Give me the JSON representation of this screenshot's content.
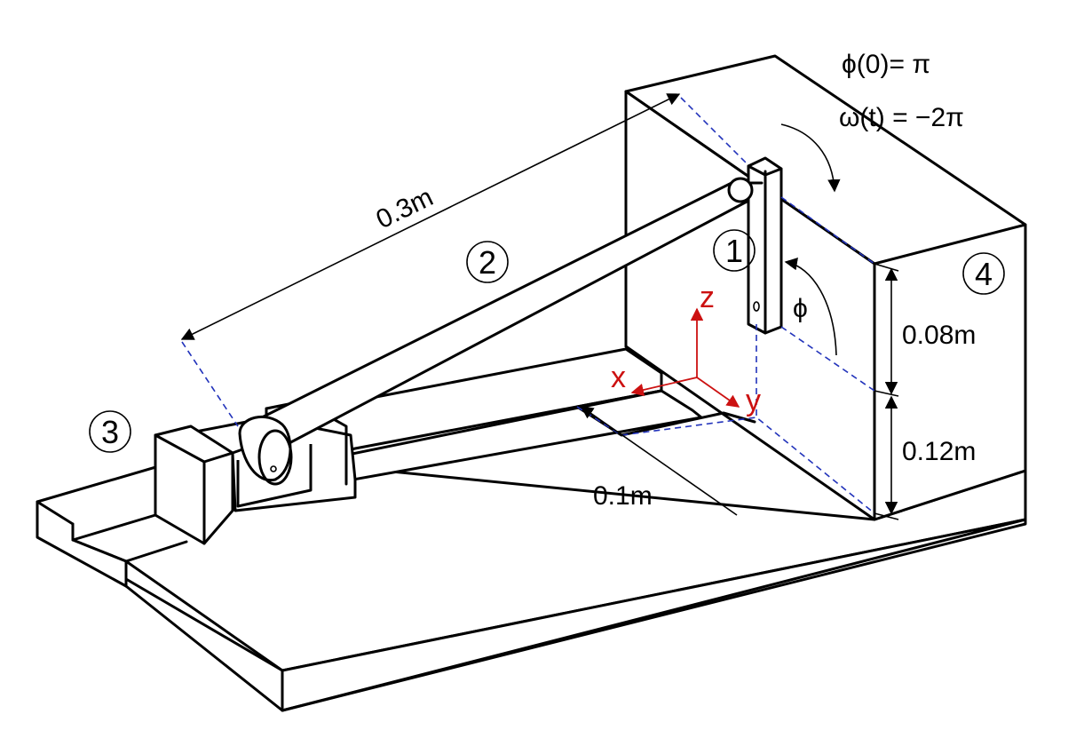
{
  "diagram": {
    "part_labels": [
      "1",
      "2",
      "3",
      "4"
    ],
    "dimensions": {
      "link_length": "0.3m",
      "offset": "0.1m",
      "upper_height": "0.08m",
      "lower_height": "0.12m"
    },
    "initial_condition": "ϕ(0)= π",
    "angular_velocity": "ω(t) = −2π",
    "angle_symbol": "ϕ",
    "axes": {
      "x": "x",
      "y": "y",
      "z": "z"
    },
    "colors": {
      "axes": "#cc1111",
      "hidden_lines": "#2233bb",
      "lines": "#000000"
    }
  }
}
